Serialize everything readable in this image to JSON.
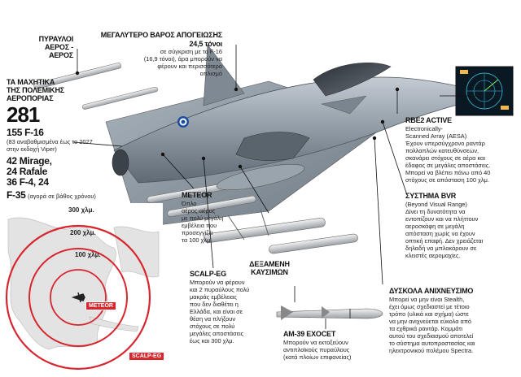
{
  "callouts": {
    "air_missiles": {
      "title": "ΠΥΡΑΥΛΟΙ\nΑΕΡΟΣ - ΑΕΡΟΣ"
    },
    "takeoff": {
      "title": "ΜΕΓΑΛΥΤΕΡΟ ΒΑΡΟΣ ΑΠΟΓΕΙΩΣΗΣ",
      "value": "24,5 τόνοι",
      "text": "σε σύγκριση με το F-16\n(16,9 τόνοι), άρα μπορούν να\nφέρουν και περισσότερο\nοπλισμό"
    },
    "fleet": {
      "title": "ΤΑ ΜΑΧΗΤΙΚΑ\nΤΗΣ ΠΟΛΕΜΙΚΗΣ\nΑΕΡΟΠΟΡΙΑΣ",
      "total": "281",
      "f16": "155 F-16",
      "f16_note": "(83 αναβαθμισμένα έως το 2027\nστην εκδοχή Viper)",
      "others": "42 Mirage,\n24 Rafale\n36 F-4, 24",
      "f35": "F-35",
      "f35_note": "(αγορά σε βάθος χρόνου)"
    },
    "rbe2": {
      "title": "RBE2 ACTIVE",
      "text": "Electronically-\nScanned Array (AESA)\nΈχουν υπερσύγχρονο ραντάρ\nπολλαπλών κατευθύνσεων,\nσκανάρει στόχους σε αέρα και\nέδαφος σε μεγάλες αποστάσεις.\nΜπορεί να βλέπει πάνω από 40\nστόχους σε απόσταση 100 χλμ."
    },
    "bvr": {
      "title": "ΣΥΣΤΗΜΑ BVR",
      "text": "(Beyond Visual Range)\nΔίνει τη δυνατότητα να\nεντοπίζουν και να πλήττουν\nαεροσκάφη σε μεγάλη\nαπόσταση χωρίς να έχουν\nοπτική επαφή. Δεν χρειάζεται\nδηλαδή να μπλοκάρουν σε\nκλειστές αερομαχίες."
    },
    "detect": {
      "title": "ΔΥΣΚΟΛΑ ΑΝΙΧΝΕΥΣΙΜΟ",
      "text": "Μπορεί να μην είναι Stealth,\nέχει όμως σχεδιαστεί με τέτοιο\nτρόπο (υλικά και σχήμα) ώστε\nνα μην ανιχνεύεται εύκολα από\nτα εχθρικά ραντάρ. Κομμάτι\nαυτού του σχεδιασμού αποτελεί\nτο σύστημα αυτοπροστασίας και\nηλεκτρονικού πολέμου Spectra."
    },
    "meteor": {
      "title": "METEOR",
      "text": "Όπλο\nαέρος-αέρος\nμε πολύ μεγάλη\nεμβέλεια που\nπροσεγγίζει\nτα 100 χλμ."
    },
    "tanks": {
      "title": "ΔΕΞΑΜΕΝΗ\nΚΑΥΣΙΜΩΝ"
    },
    "scalp": {
      "title": "SCALP-EG",
      "text": "Μπορούν να φέρουν\nκαι 2 πυραύλους πολύ\nμακράς εμβέλειας\nπου δεν διαθέτει η\nΕλλάδα, και είναι σε\nθέση να πλήξουν\nστόχους σε πολύ\nμεγάλες αποστάσεις\nέως και 300 χλμ."
    },
    "exocet": {
      "title": "AM-39 EXOCET",
      "text": "Μπορούν να εκτοξεύουν\nαντιπλοϊκούς πυραύλους\n(κατά πλοίων επιφανείας)"
    }
  },
  "map": {
    "rings": [
      "300 χλμ.",
      "200 χλμ.",
      "100 χλμ."
    ],
    "tag_meteor": "METEOR",
    "tag_scalp": "SCALP-EG"
  },
  "colors": {
    "accent_red": "#d8262e",
    "jet_grey": "#8e9aa5",
    "map_land": "#e3e3e3"
  }
}
